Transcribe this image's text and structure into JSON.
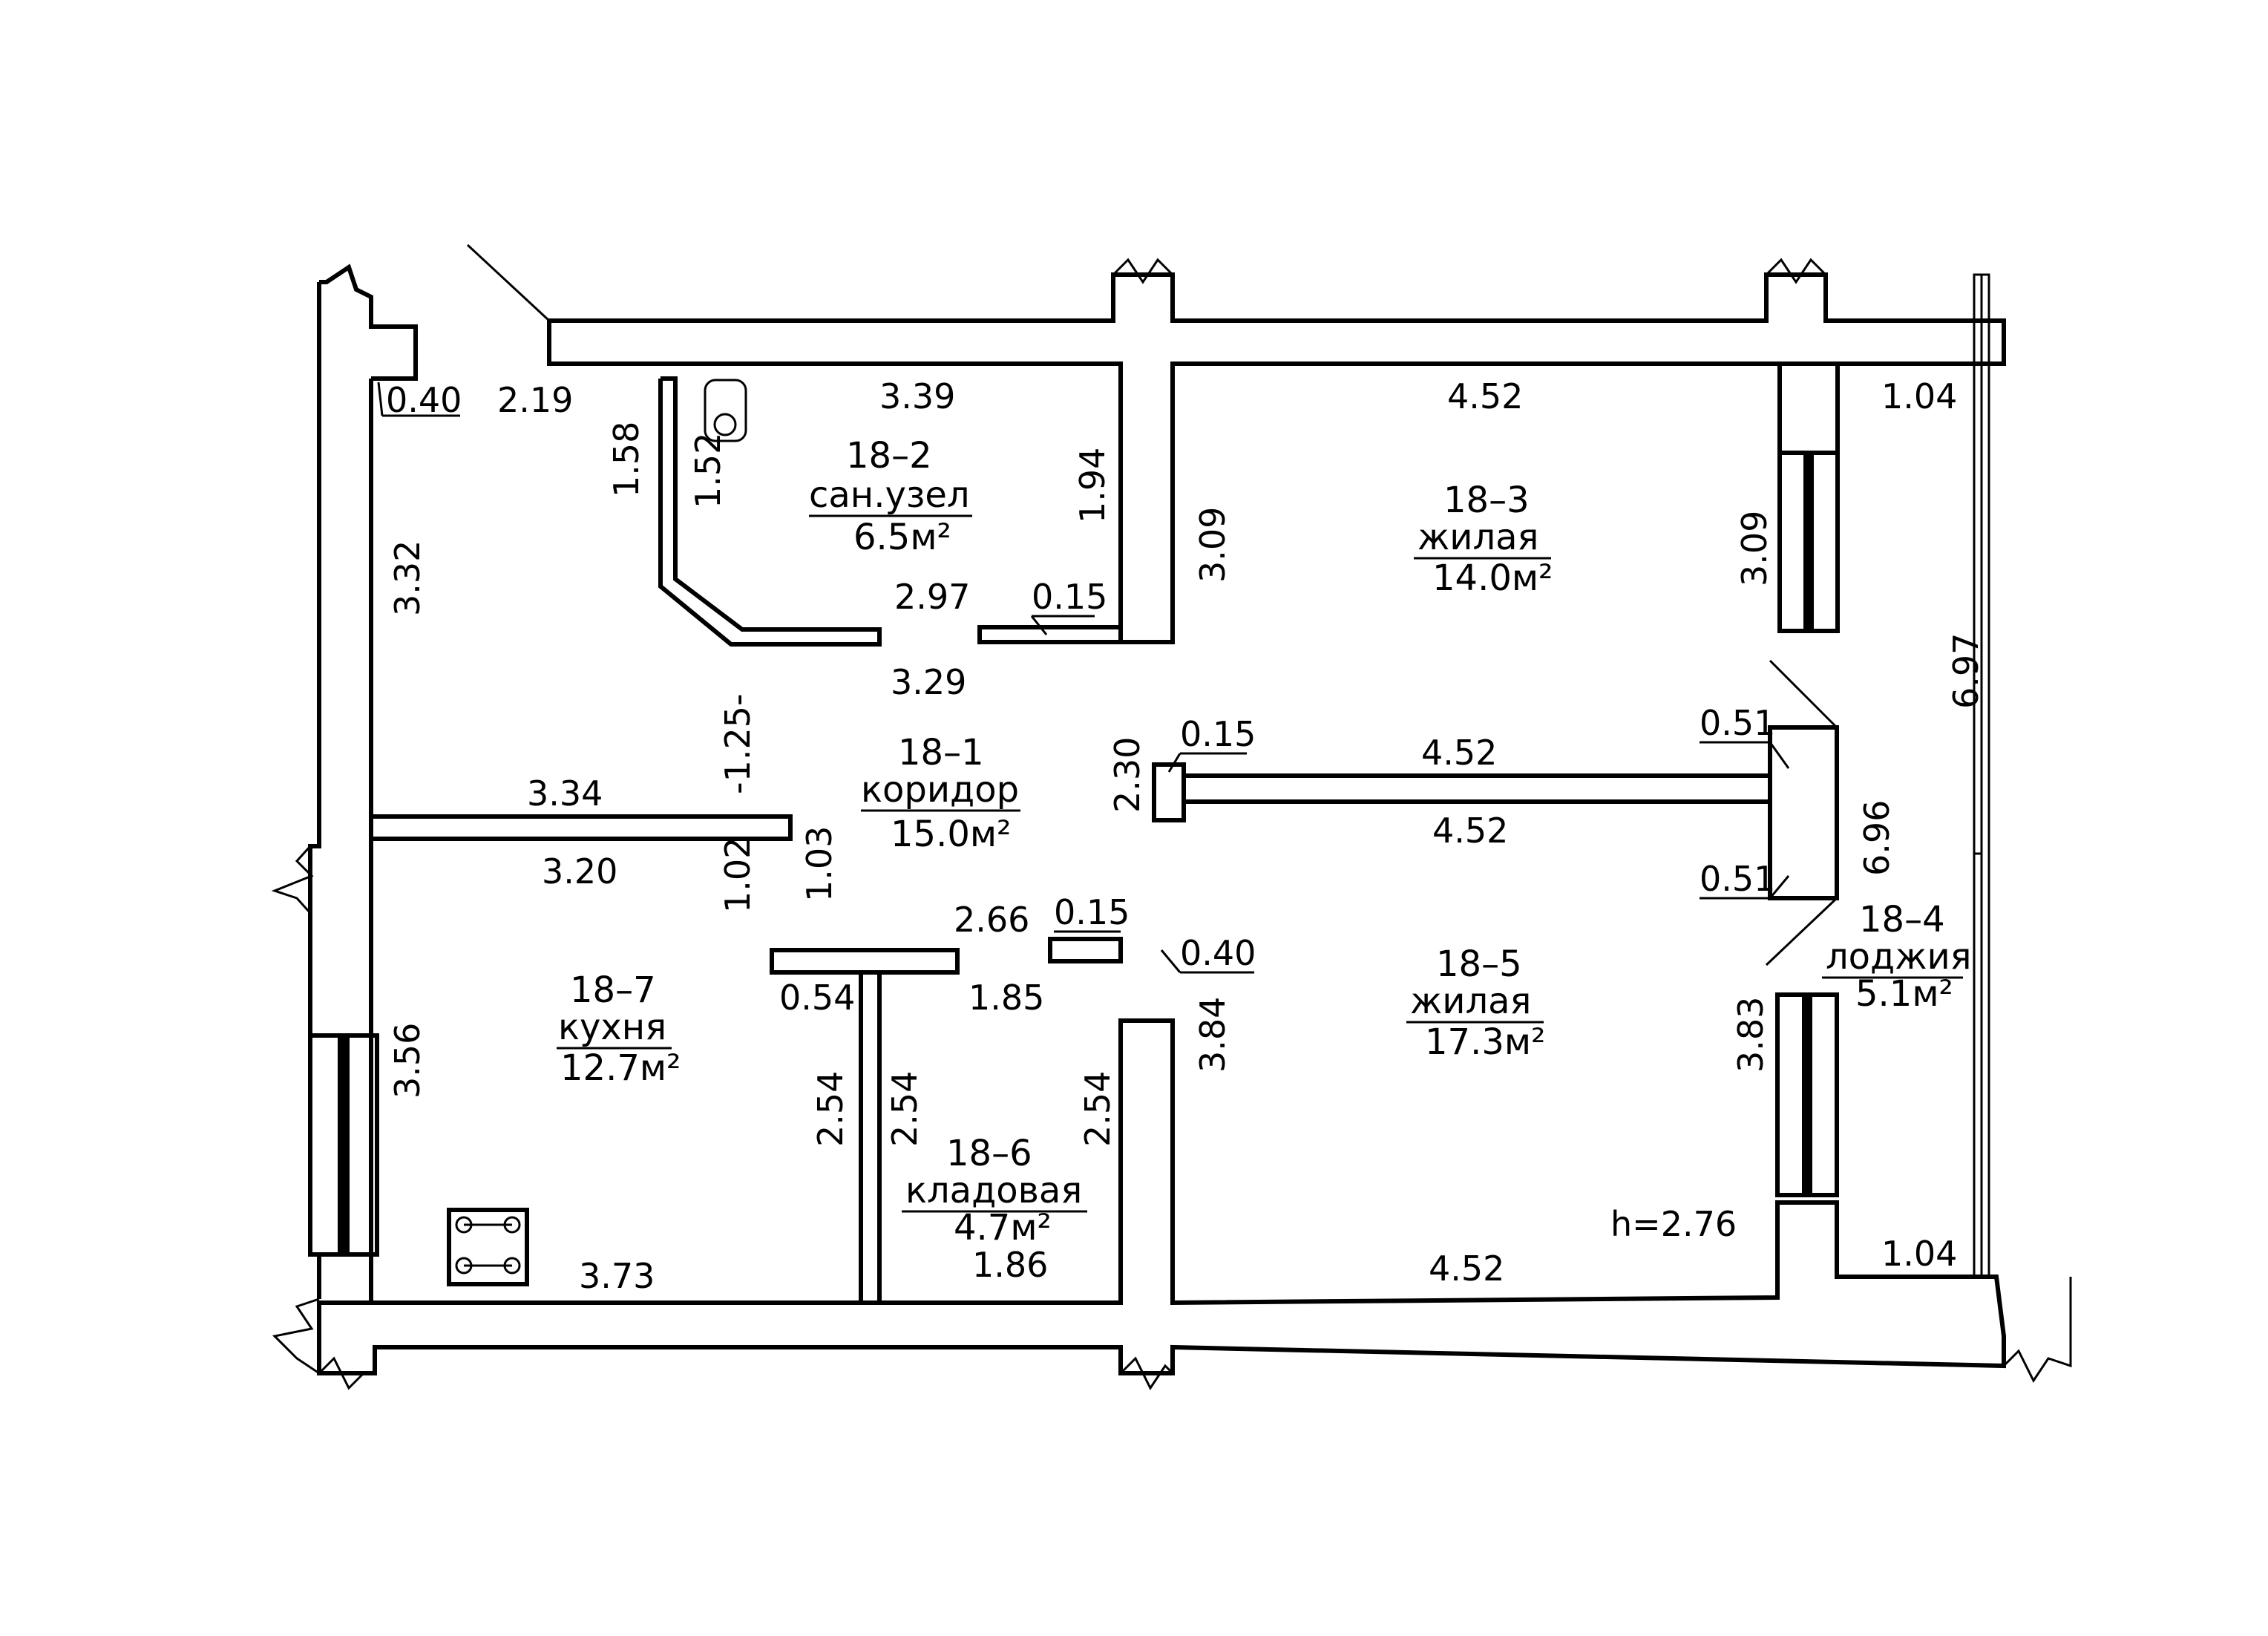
{
  "rooms": {
    "r2": {
      "num": "18–2",
      "name": "сан.узел",
      "area": "6.5м²"
    },
    "r3": {
      "num": "18–3",
      "name": "жилая",
      "area": "14.0м²"
    },
    "r1": {
      "num": "18–1",
      "name": "коридор",
      "area": "15.0м²"
    },
    "r4": {
      "num": "18–4",
      "name": "лоджия",
      "area": "5.1м²"
    },
    "r5": {
      "num": "18–5",
      "name": "жилая",
      "area": "17.3м²"
    },
    "r6": {
      "num": "18–6",
      "name": "кладовая",
      "area": "4.7м²"
    },
    "r7": {
      "num": "18–7",
      "name": "кухня",
      "area": "12.7м²"
    }
  },
  "dims": {
    "d040a": "0.40",
    "d219": "2.19",
    "d339": "3.39",
    "d452top": "4.52",
    "d104top": "1.04",
    "d158": "1.58",
    "d152": "1.52",
    "d194": "1.94",
    "d309a": "3.09",
    "d309b": "3.09",
    "d332": "3.32",
    "d297": "2.97",
    "d015a": "0.15",
    "d329": "3.29",
    "d697": "6.97",
    "d125": "-1.25-",
    "d015b": "0.15",
    "d230": "2.30",
    "d452mid1": "4.52",
    "d051a": "0.51",
    "d334": "3.34",
    "d452mid2": "4.52",
    "d696": "6.96",
    "d320": "3.20",
    "d102": "1.02",
    "d103": "1.03",
    "d051b": "0.51",
    "d266": "2.66",
    "d015c": "0.15",
    "d040b": "0.40",
    "d054": "0.54",
    "d185": "1.85",
    "d384": "3.84",
    "d383": "3.83",
    "d356": "3.56",
    "d254a": "2.54",
    "d254b": "2.54",
    "d254c": "2.54",
    "h": "h=2.76",
    "d373": "3.73",
    "d186": "1.86",
    "d452bot": "4.52",
    "d104bot": "1.04"
  }
}
